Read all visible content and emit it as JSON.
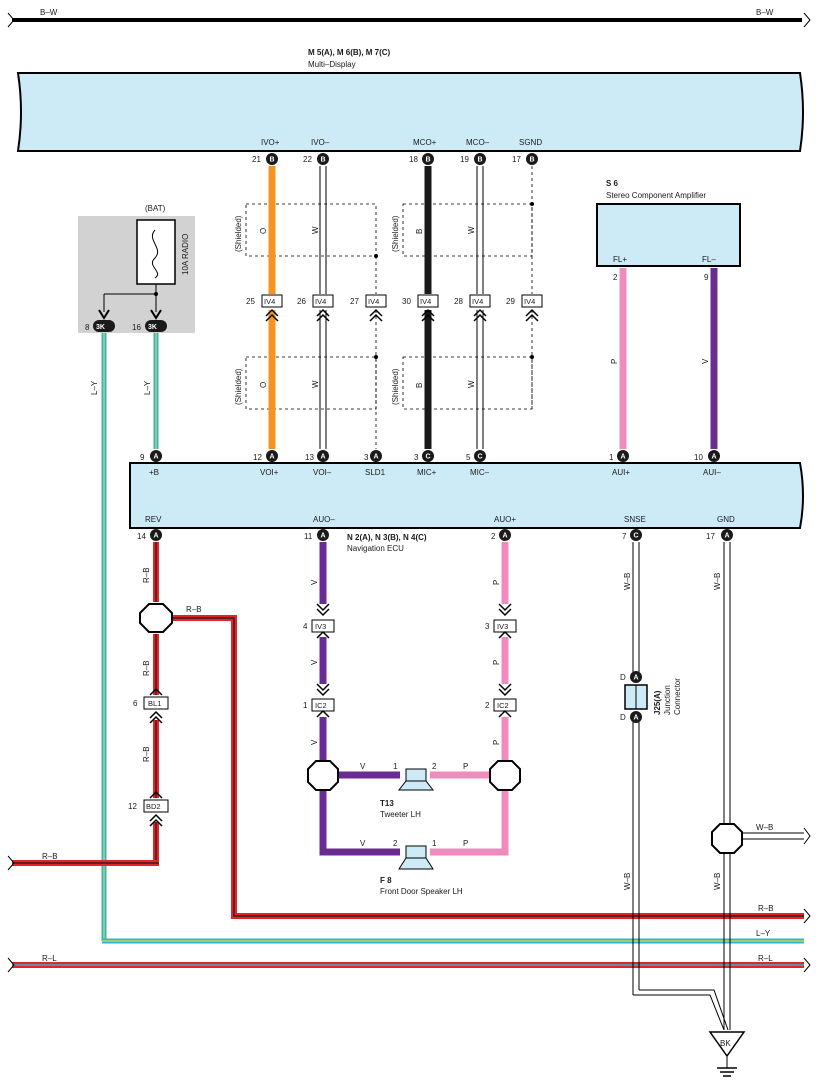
{
  "top_bus": {
    "left": "B–W",
    "right": "B–W"
  },
  "multi_display": {
    "title": "M 5(A), M 6(B), M 7(C)",
    "subtitle": "Multi–Display",
    "pins": [
      {
        "name": "IVO+",
        "num": "21",
        "conn": "B"
      },
      {
        "name": "IVO–",
        "num": "22",
        "conn": "B"
      },
      {
        "name": "MCO+",
        "num": "18",
        "conn": "B"
      },
      {
        "name": "MCO–",
        "num": "19",
        "conn": "B"
      },
      {
        "name": "SGND",
        "num": "17",
        "conn": "B"
      }
    ]
  },
  "amplifier": {
    "title": "S 6",
    "subtitle": "Stereo Component Amplifier",
    "fl_plus": "FL+",
    "fl_minus": "FL–",
    "pin_plus": "2",
    "pin_minus": "9"
  },
  "fuse": {
    "bat": "(BAT)",
    "name": "10A RADIO",
    "conn1_num": "8",
    "conn2_num": "16",
    "conn": "3K"
  },
  "shield_label": "(Shielded)",
  "wire_colors": {
    "O": "O",
    "W": "W",
    "B": "B",
    "P": "P",
    "V": "V",
    "LY": "L–Y",
    "RB": "R–B",
    "WB": "W–B",
    "RL": "R–L"
  },
  "iv4_connectors": [
    {
      "num": "25",
      "label": "IV4"
    },
    {
      "num": "26",
      "label": "IV4"
    },
    {
      "num": "27",
      "label": "IV4"
    },
    {
      "num": "30",
      "label": "IV4"
    },
    {
      "num": "28",
      "label": "IV4"
    },
    {
      "num": "29",
      "label": "IV4"
    }
  ],
  "nav_ecu": {
    "title": "N 2(A), N 3(B), N 4(C)",
    "subtitle": "Navigation ECU",
    "top_pins": [
      {
        "name": "+B",
        "num": "9",
        "conn": "A"
      },
      {
        "name": "VOI+",
        "num": "12",
        "conn": "A"
      },
      {
        "name": "VOI–",
        "num": "13",
        "conn": "A"
      },
      {
        "name": "SLD1",
        "num": "3",
        "conn": "A"
      },
      {
        "name": "MIC+",
        "num": "3",
        "conn": "C"
      },
      {
        "name": "MIC–",
        "num": "5",
        "conn": "C"
      },
      {
        "name": "AUI+",
        "num": "1",
        "conn": "A"
      },
      {
        "name": "AUI–",
        "num": "10",
        "conn": "A"
      }
    ],
    "bottom_pins": [
      {
        "name": "REV",
        "num": "14",
        "conn": "A"
      },
      {
        "name": "AUO–",
        "num": "11",
        "conn": "A"
      },
      {
        "name": "AUO+",
        "num": "2",
        "conn": "A"
      },
      {
        "name": "SNSE",
        "num": "7",
        "conn": "C"
      },
      {
        "name": "GND",
        "num": "17",
        "conn": "A"
      }
    ]
  },
  "iv3_left": {
    "num": "4",
    "label": "IV3"
  },
  "iv3_right": {
    "num": "3",
    "label": "IV3"
  },
  "ic2_left": {
    "num": "1",
    "label": "IC2"
  },
  "ic2_right": {
    "num": "2",
    "label": "IC2"
  },
  "bl1": {
    "num": "6",
    "label": "BL1"
  },
  "bd2": {
    "num": "12",
    "label": "BD2"
  },
  "tweeter": {
    "title": "T13",
    "subtitle": "Tweeter LH",
    "pin1": "1",
    "pin2": "2"
  },
  "door_speaker": {
    "title": "F 8",
    "subtitle": "Front Door Speaker LH",
    "pin1": "2",
    "pin2": "1"
  },
  "junction": {
    "title": "J25(A)",
    "line1": "Junction",
    "line2": "Connector",
    "pin": "D",
    "conn": "A"
  },
  "ground": {
    "label": "BK"
  },
  "colors": {
    "orange": "#f7931e",
    "pink": "#f08cbd",
    "purple": "#6a2c91",
    "red": "#e0262b",
    "cyan": "#2fb5c9",
    "lightblue_fill": "#cdeaf7",
    "yellow": "#e8d640"
  }
}
